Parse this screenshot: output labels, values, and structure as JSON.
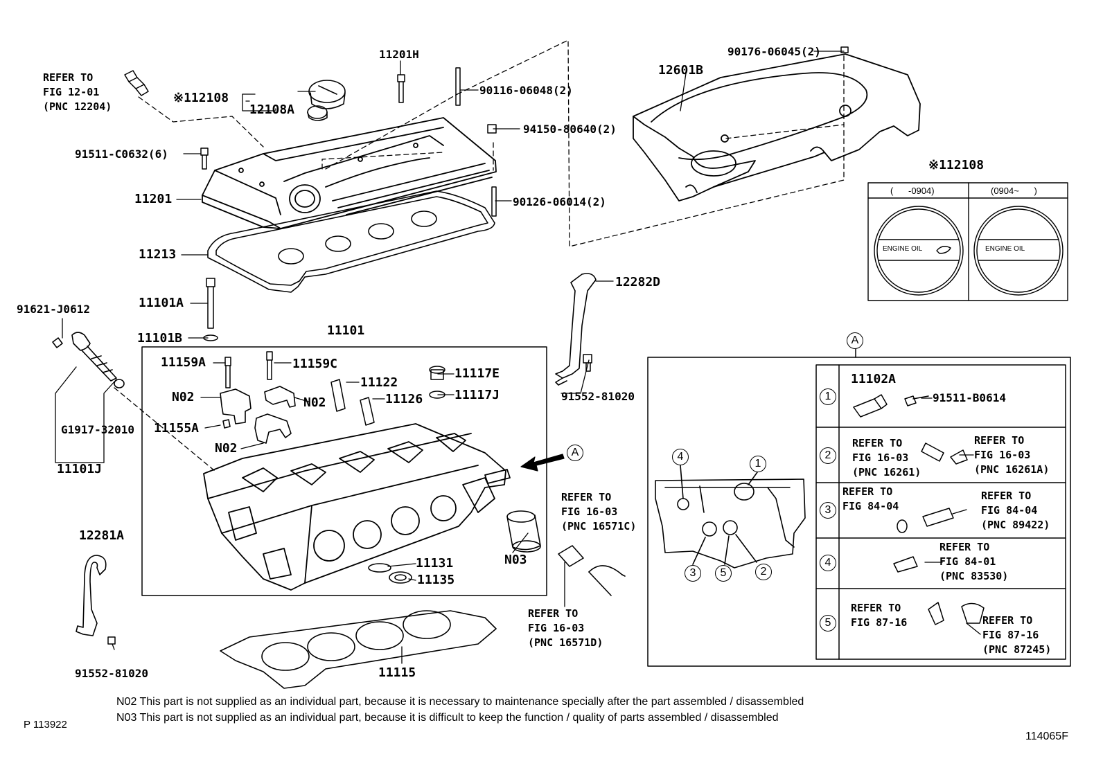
{
  "callouts": {
    "p11201H": "11201H",
    "ref_top_left": "REFER TO\nFIG 12-01\n(PNC 12204)",
    "p12108": "※112108",
    "p12108A": "12108A",
    "p90116": "90116-06048(2)",
    "p94150": "94150-80640(2)",
    "p91511_c": "91511-C0632(6)",
    "p11201": "11201",
    "p90126": "90126-06014(2)",
    "p11213": "11213",
    "p90176": "90176-06045(2)",
    "p12601B": "12601B",
    "p11101A": "11101A",
    "p11101B": "11101B",
    "p91621": "91621-J0612",
    "p11101": "11101",
    "p12282D": "12282D",
    "p91552_top": "91552-81020",
    "p11159A": "11159A",
    "p11159C": "11159C",
    "p11122": "11122",
    "p11117E": "11117E",
    "p11126": "11126",
    "p11117J": "11117J",
    "pN02a": "N02",
    "pN02b": "N02",
    "pN02c": "N02",
    "p11155A": "11155A",
    "pG1917": "G1917-32010",
    "p11101J": "11101J",
    "p12281A": "12281A",
    "p11131": "11131",
    "p11135": "11135",
    "pN03": "N03",
    "ref_16571C": "REFER TO\nFIG 16-03\n(PNC 16571C)",
    "ref_16571D": "REFER TO\nFIG 16-03\n(PNC 16571D)",
    "p91552_bottom": "91552-81020",
    "p11115": "11115",
    "marker_A": "A"
  },
  "cap_box": {
    "title": "※112108",
    "col1_header": "(      -0904)",
    "col2_header": "(0904~      )",
    "cap_text": "ENGINE OIL"
  },
  "detail_box": {
    "marker": "A",
    "row1": {
      "num": "1",
      "part_a": "11102A",
      "part_b": "91511-B0614"
    },
    "row2": {
      "num": "2",
      "ref_left": "REFER TO\nFIG 16-03\n(PNC 16261)",
      "ref_right": "REFER TO\nFIG 16-03\n(PNC 16261A)"
    },
    "row3": {
      "num": "3",
      "ref_left": "REFER TO\nFIG 84-04",
      "ref_right": "REFER TO\nFIG 84-04\n(PNC 89422)"
    },
    "row4": {
      "num": "4",
      "ref": "REFER TO\nFIG 84-01\n(PNC 83530)"
    },
    "row5": {
      "num": "5",
      "ref_left": "REFER TO\nFIG 87-16",
      "ref_right": "REFER TO\nFIG 87-16\n(PNC 87245)"
    },
    "block_markers": [
      "4",
      "1",
      "3",
      "5",
      "2"
    ]
  },
  "notes": {
    "n02": "N02 This part is not supplied as an individual part, because it is necessary to maintenance specially after the part assembled / disassembled",
    "n03": "N03 This part is not supplied as an individual part, because it is difficult to keep the function / quality of parts  assembled / disassembled"
  },
  "footer": {
    "page_ref": "P 113922",
    "figure_code": "114065F"
  }
}
